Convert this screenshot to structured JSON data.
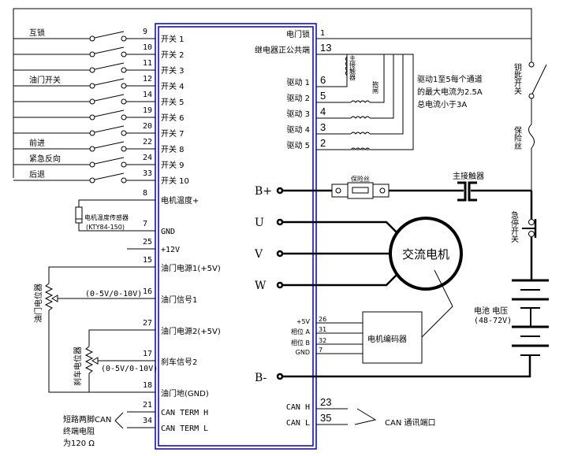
{
  "title": "Controller Wiring Diagram",
  "controller": {
    "border_color": "#0000cc",
    "left_pins": [
      {
        "pin": "9",
        "label": "开关 1",
        "ext": "互锁"
      },
      {
        "pin": "10",
        "label": "开关 2",
        "ext": ""
      },
      {
        "pin": "11",
        "label": "开关 3",
        "ext": ""
      },
      {
        "pin": "12",
        "label": "开关 4",
        "ext": "油门开关"
      },
      {
        "pin": "14",
        "label": "开关 5",
        "ext": ""
      },
      {
        "pin": "19",
        "label": "开关 6",
        "ext": ""
      },
      {
        "pin": "20",
        "label": "开关 7",
        "ext": ""
      },
      {
        "pin": "22",
        "label": "开关 8",
        "ext": "前进"
      },
      {
        "pin": "24",
        "label": "开关 9",
        "ext": "紧急反向"
      },
      {
        "pin": "33",
        "label": "开关 10",
        "ext": "后退"
      }
    ],
    "left_lower": [
      {
        "pin": "8",
        "label": "电机温度+"
      },
      {
        "pin": "7",
        "label": "GND"
      },
      {
        "pin": "25",
        "label": "+12V"
      },
      {
        "pin": "15",
        "label": "油门电源1(+5V)"
      },
      {
        "pin": "16",
        "label": "油门信号1"
      },
      {
        "pin": "27",
        "label": "油门电源2(+5V)"
      },
      {
        "pin": "17",
        "label": "刹车信号2"
      },
      {
        "pin": "18",
        "label": "油门地(GND)"
      },
      {
        "pin": "21",
        "label": "CAN TERM H"
      },
      {
        "pin": "34",
        "label": "CAN TERM L"
      }
    ],
    "right_pins": [
      {
        "pin": "1",
        "label": "电门锁"
      },
      {
        "pin": "13",
        "label": "继电器正公共端"
      },
      {
        "pin": "6",
        "label": "驱动 1"
      },
      {
        "pin": "5",
        "label": "驱动 2"
      },
      {
        "pin": "4",
        "label": "驱动 3"
      },
      {
        "pin": "3",
        "label": "驱动 4"
      },
      {
        "pin": "2",
        "label": "驱动 5"
      }
    ],
    "power_terminals": [
      "B+",
      "U",
      "V",
      "W",
      "B-"
    ],
    "encoder_pins": [
      {
        "pin": "26",
        "label": "+5V"
      },
      {
        "pin": "31",
        "label": "相位 A"
      },
      {
        "pin": "32",
        "label": "相位 B"
      },
      {
        "pin": "7",
        "label": "GND"
      }
    ],
    "can_pins": [
      {
        "pin": "23",
        "label": "CAN H"
      },
      {
        "pin": "35",
        "label": "CAN L"
      }
    ]
  },
  "labels": {
    "temp_sensor": "电机温度传感器",
    "temp_sensor_model": "(KTY84-150)",
    "throttle_pot": "油门电位器",
    "brake_pot": "刹车电位器",
    "range1": "(0-5V/0-10V)",
    "range2": "(0-5V/0-10V)",
    "can_term_note": [
      "短路两脚CAN",
      "终端电阻",
      "为120 Ω"
    ],
    "can_port": "CAN 通讯端口",
    "main_contactor_coil": "主接触器",
    "brake_coil": "抱闸",
    "drive_note": [
      "驱动1至5每个通道",
      "的最大电流为2.5A",
      "总电流小于3A"
    ],
    "key_switch": "钥匙开关",
    "fuse_small": "保险丝",
    "fuse_main": "保险丝",
    "main_contactor": "主接触器",
    "emergency_switch": "急停开关",
    "motor": "交流电机",
    "encoder": "电机编码器",
    "battery": "电池 电压",
    "battery_range": "(48-72V)"
  }
}
